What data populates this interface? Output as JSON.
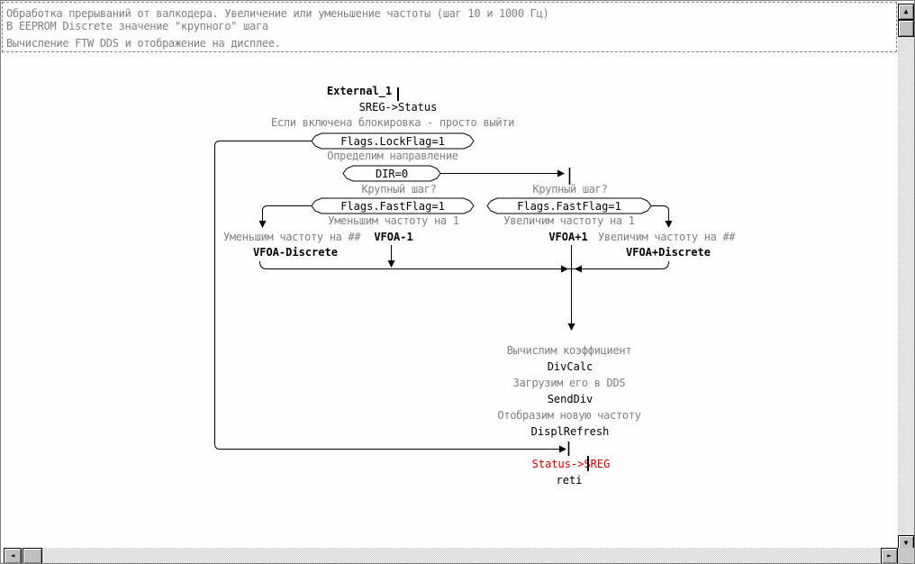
{
  "window": {
    "comments": [
      "Обработка прерываний от валкодера. Увеличение или уменьшение частоты (шаг 10 и 1000 Гц)",
      "В EEPROM Discrete значение \"крупного\" шага",
      "Вычисление FTW DDS и отображение на дисплее."
    ]
  },
  "diagram": {
    "entry_label": "External_1",
    "sreg_save": "SREG->Status",
    "lock_comment": "Если включена блокировка - просто выйти",
    "lock_cond": "Flags.LockFlag=1",
    "dir_comment": "Определим направление",
    "dir_cond": "DIR=0",
    "left": {
      "step_q": "Крупный шаг?",
      "fast_cond": "Flags.FastFlag=1",
      "dec1_comment": "Уменьшим частоту на 1",
      "dec_step_comment": "Уменьшим частоту на ##",
      "dec1": "VFOA-1",
      "dec_step": "VFOA-Discrete"
    },
    "right": {
      "step_q": "Крупный шаг?",
      "fast_cond": "Flags.FastFlag=1",
      "inc1_comment": "Увеличим частоту на 1",
      "inc1": "VFOA+1",
      "inc_step_comment": "Увеличим частоту на ##",
      "inc_step": "VFOA+Discrete"
    },
    "tail": {
      "calc_comment": "Вычислим коэффициент",
      "calc": "DivCalc",
      "load_comment": "Загрузим его в DDS",
      "load": "SendDiv",
      "disp_comment": "Отобразим новую частоту",
      "disp": "DisplRefresh",
      "sreg_restore": "Status->SREG",
      "ret": "reti"
    }
  },
  "scrollbar": {
    "up_icon": "▲",
    "down_icon": "▼",
    "left_icon": "◄",
    "right_icon": "►"
  },
  "colors": {
    "comment_gray": "#808080",
    "highlight_red": "#cc0000",
    "chrome_silver": "#c0c0c0"
  }
}
